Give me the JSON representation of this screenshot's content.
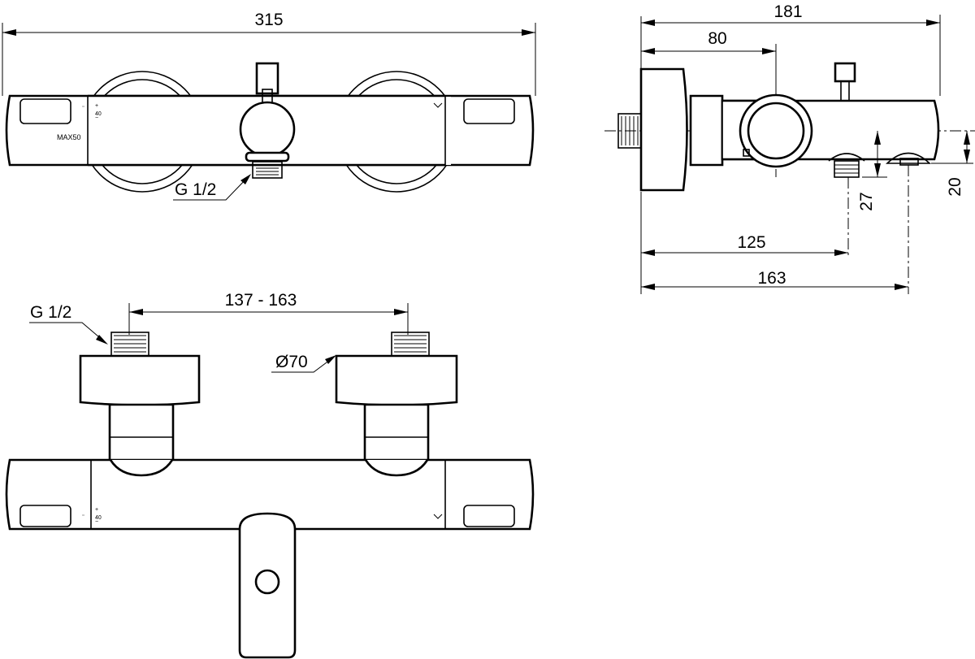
{
  "dimensions": {
    "front_width": "315",
    "side_total": "181",
    "side_center": "80",
    "side_spout_reach": "125",
    "side_outlet_reach": "163",
    "side_spout_height": "27",
    "side_outlet_height": "20",
    "bottom_spacing": "137 - 163"
  },
  "callouts": {
    "front_thread": "G 1/2",
    "bottom_thread": "G 1/2",
    "bottom_flange_diameter": "Ø70"
  },
  "markings": {
    "max_temp": "MAX50",
    "scale_value": "40",
    "scale_value_bottom": "40",
    "plus": "+",
    "minus": "−"
  }
}
